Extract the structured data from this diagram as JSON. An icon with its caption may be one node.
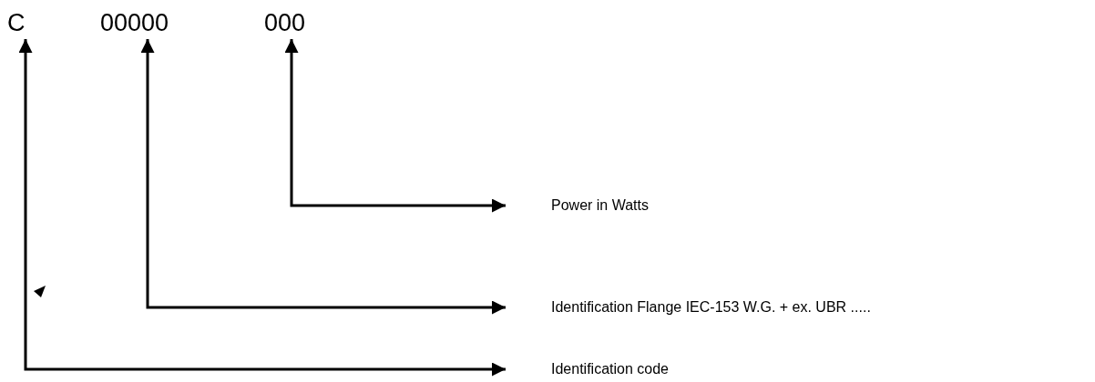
{
  "diagram": {
    "nodes": [
      {
        "text": [
          "C"
        ]
      },
      {
        "text": [
          "00000"
        ]
      },
      {
        "text": [
          "000"
        ]
      },
      {
        "text": [
          "Power in Watts"
        ]
      },
      {
        "text": [
          "Identification Flange IEC-153 W.G. + ex. UBR ....."
        ]
      },
      {
        "text": [
          "Identification code"
        ]
      }
    ],
    "edges": [
      {
        "from": 2,
        "to": 3,
        "arrow": "both"
      },
      {
        "from": 1,
        "to": 4,
        "arrow": "both"
      },
      {
        "from": 0,
        "to": 5,
        "arrow": "both"
      }
    ]
  }
}
